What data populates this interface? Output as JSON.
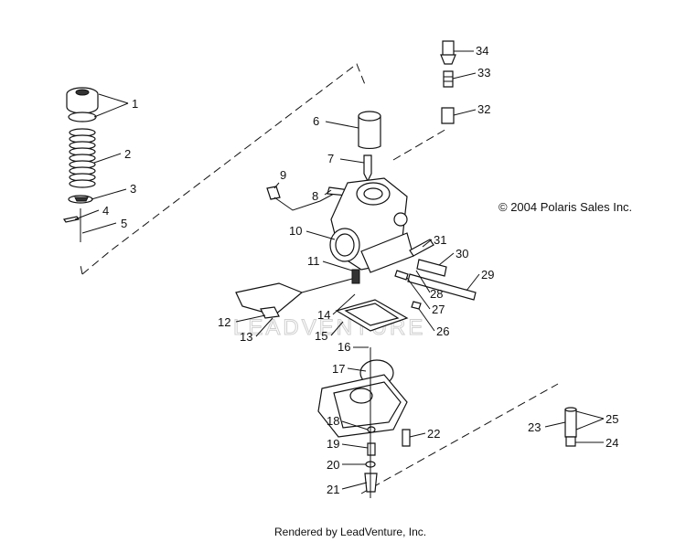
{
  "copyright": "© 2004 Polaris Sales Inc.",
  "footer": "Rendered by LeadVenture, Inc.",
  "watermark": "LEADVENTURE",
  "callouts": [
    "1",
    "2",
    "3",
    "4",
    "5",
    "6",
    "7",
    "8",
    "9",
    "10",
    "11",
    "12",
    "13",
    "14",
    "15",
    "16",
    "17",
    "18",
    "19",
    "20",
    "21",
    "22",
    "23",
    "24",
    "25",
    "26",
    "27",
    "28",
    "29",
    "30",
    "31",
    "32",
    "33",
    "34"
  ]
}
